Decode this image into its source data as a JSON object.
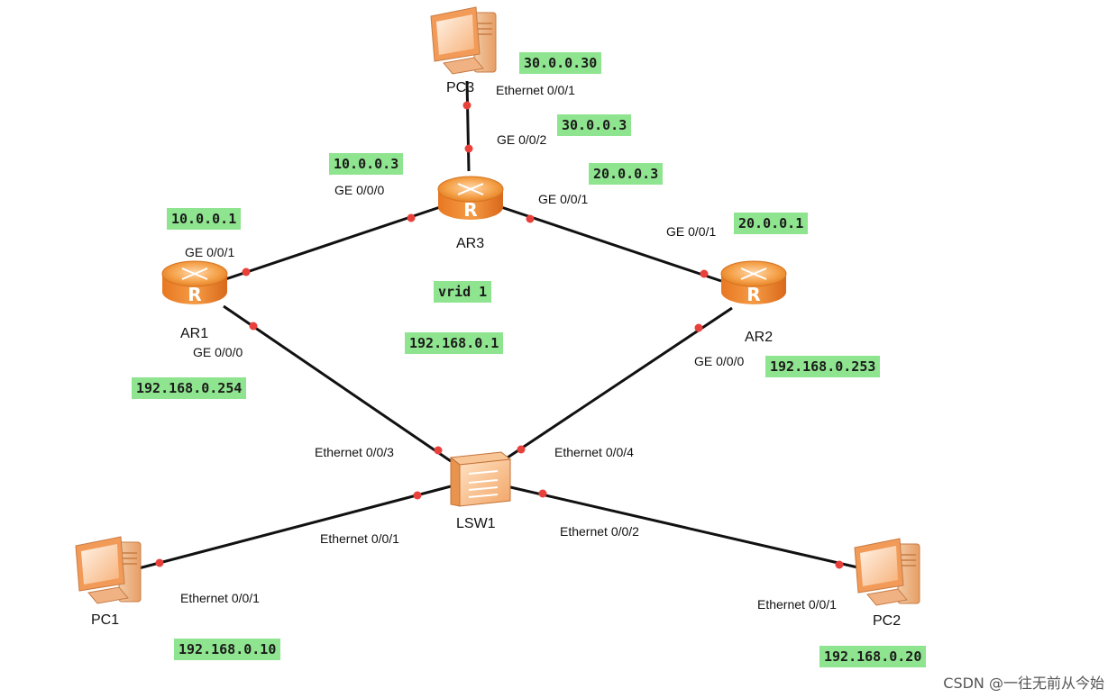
{
  "devices": {
    "pc3": "PC3",
    "ar3": "AR3",
    "ar1": "AR1",
    "ar2": "AR2",
    "lsw1": "LSW1",
    "pc1": "PC1",
    "pc2": "PC2"
  },
  "interfaces": {
    "pc3_eth": "Ethernet 0/0/1",
    "ar3_ge002": "GE 0/0/2",
    "ar3_ge000": "GE 0/0/0",
    "ar3_ge001": "GE 0/0/1",
    "ar1_ge001": "GE 0/0/1",
    "ar1_ge000": "GE 0/0/0",
    "ar2_ge001": "GE 0/0/1",
    "ar2_ge000": "GE 0/0/0",
    "lsw_e003": "Ethernet 0/0/3",
    "lsw_e004": "Ethernet 0/0/4",
    "lsw_e001": "Ethernet 0/0/1",
    "lsw_e002": "Ethernet 0/0/2",
    "pc1_eth": "Ethernet 0/0/1",
    "pc2_eth": "Ethernet 0/0/1"
  },
  "addresses": {
    "pc3": "30.0.0.30",
    "ar3_ge002": "30.0.0.3",
    "ar3_ge000": "10.0.0.3",
    "ar3_ge001": "20.0.0.3",
    "ar1_ge001": "10.0.0.1",
    "ar2_ge001": "20.0.0.1",
    "vrid": "vrid 1",
    "virtual_ip": "192.168.0.1",
    "ar1_ge000": "192.168.0.254",
    "ar2_ge000": "192.168.0.253",
    "pc1": "192.168.0.10",
    "pc2": "192.168.0.20"
  },
  "watermark": "CSDN @一往无前从今始",
  "colors": {
    "router_fill": "#f08a2c",
    "pc_fill": "#f7b27a",
    "label_bg": "#8fe48f",
    "link_dot": "#e8403a",
    "link_line": "#111111"
  }
}
